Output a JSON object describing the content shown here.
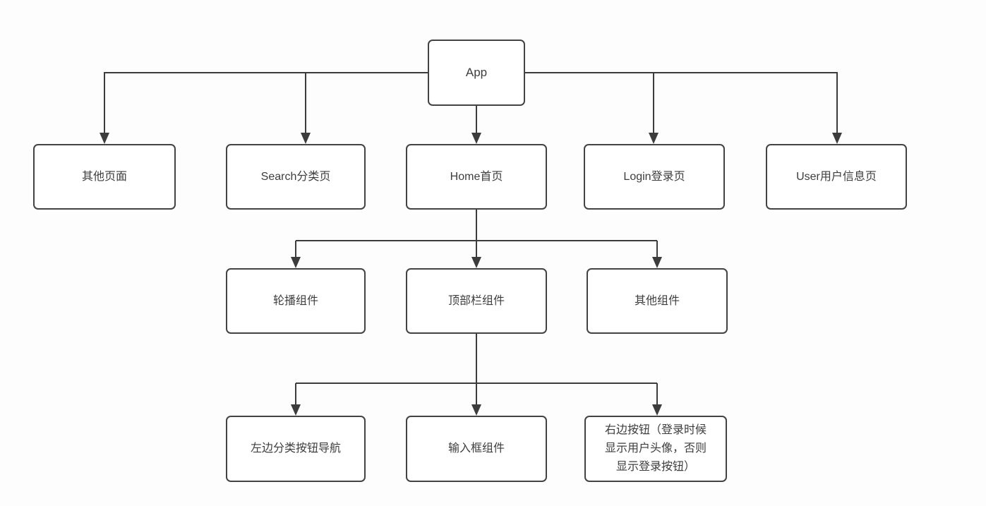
{
  "diagram": {
    "type": "tree-flowchart",
    "colors": {
      "background": "#fdfdfd",
      "node_fill": "#ffffff",
      "node_border": "#434343",
      "connector": "#3c3c3c",
      "text": "#3d3d3d"
    },
    "nodes": {
      "app": "App",
      "other_pages": "其他页面",
      "search_page": "Search分类页",
      "home_page": "Home首页",
      "login_page": "Login登录页",
      "user_page": "User用户信息页",
      "carousel": "轮播组件",
      "topbar": "顶部栏组件",
      "other_components": "其他组件",
      "left_nav": "左边分类按钮导航",
      "input_box": "输入框组件",
      "right_button": "右边按钮（登录时候显示用户头像，否则显示登录按钮）"
    },
    "edges": [
      {
        "from": "app",
        "to": "other_pages"
      },
      {
        "from": "app",
        "to": "search_page"
      },
      {
        "from": "app",
        "to": "home_page"
      },
      {
        "from": "app",
        "to": "login_page"
      },
      {
        "from": "app",
        "to": "user_page"
      },
      {
        "from": "home_page",
        "to": "carousel"
      },
      {
        "from": "home_page",
        "to": "topbar"
      },
      {
        "from": "home_page",
        "to": "other_components"
      },
      {
        "from": "topbar",
        "to": "left_nav"
      },
      {
        "from": "topbar",
        "to": "input_box"
      },
      {
        "from": "topbar",
        "to": "right_button"
      }
    ]
  }
}
